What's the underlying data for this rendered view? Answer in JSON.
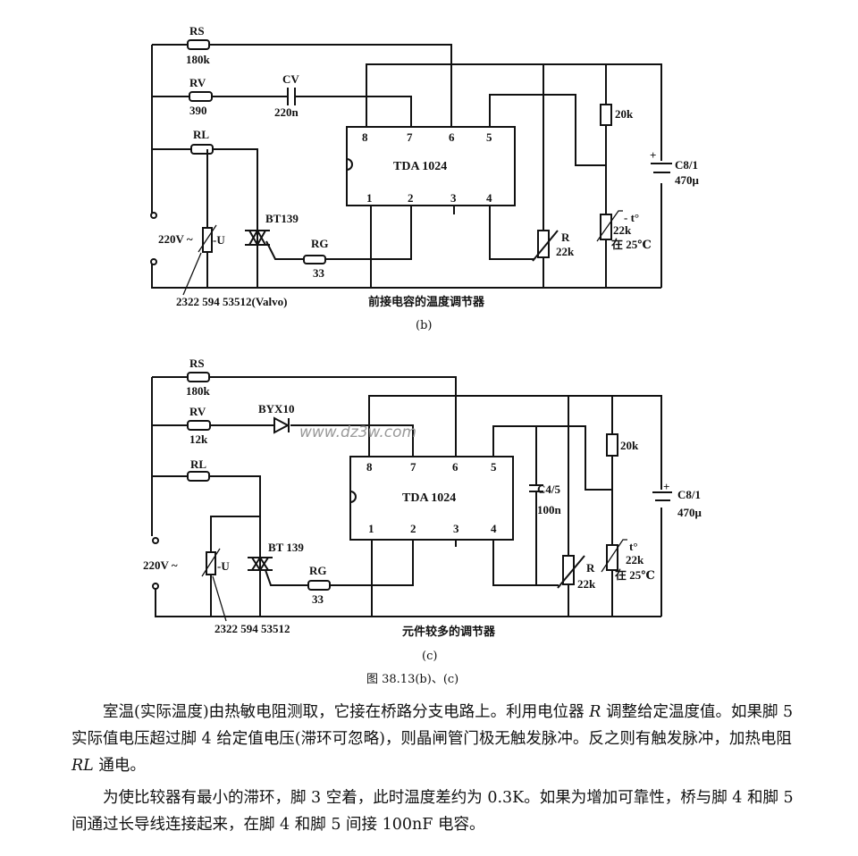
{
  "diagram_b": {
    "rs_label": "RS",
    "rs_value": "180k",
    "rv_label": "RV",
    "rv_value": "390",
    "cv_label": "CV",
    "cv_value": "220n",
    "rl_label": "RL",
    "rg_label": "RG",
    "rg_value": "33",
    "triac": "BT139",
    "supply": "220V ~",
    "vdr_label": "-U",
    "vdr_part": "2322  594 53512(Valvo)",
    "ic_name": "TDA 1024",
    "pins_top": [
      "8",
      "7",
      "6",
      "5"
    ],
    "pins_bottom": [
      "1",
      "2",
      "3",
      "4"
    ],
    "r20k": "20k",
    "pot_label": "R",
    "pot_value": "22k",
    "ntc_symbol": "- t°",
    "ntc_value": "22k",
    "ntc_temp": "在 25℃",
    "cap_label": "C8/1",
    "cap_value": "470μ",
    "caption": "前接电容的温度调节器",
    "sub": "(b)"
  },
  "diagram_c": {
    "rs_label": "RS",
    "rs_value": "180k",
    "rv_label": "RV",
    "rv_value": "12k",
    "diode": "BYX10",
    "rl_label": "RL",
    "rg_label": "RG",
    "rg_value": "33",
    "triac": "BT 139",
    "supply": "220V ~",
    "vdr_label": "-U",
    "vdr_part": "2322 594 53512",
    "ic_name": "TDA 1024",
    "pins_top": [
      "8",
      "7",
      "6",
      "5"
    ],
    "pins_bottom": [
      "1",
      "2",
      "3",
      "4"
    ],
    "c45_label": "C4/5",
    "c45_value": "100n",
    "r20k": "20k",
    "pot_label": "R",
    "pot_value": "22k",
    "ntc_symbol": "t°",
    "ntc_value": "22k",
    "ntc_temp": "在 25℃",
    "cap_label": "C8/1",
    "cap_value": "470μ",
    "caption": "元件较多的调节器",
    "sub": "(c)"
  },
  "watermark": "www.dz3w.com",
  "figure_caption": "图 38.13(b)、(c)",
  "text": {
    "p1a": "室温(实际温度)由热敏电阻测取，它接在桥路分支电路上。利用电位器 ",
    "p1_R": "R",
    "p1b": " 调整给定温度值。如果脚 5 实际值电压超过脚 4 给定值电压(滞环可忽略)，则晶闸管门极无触发脉冲。反之则有触发脉冲，加热电阻 ",
    "p1_RL": "RL",
    "p1c": " 通电。",
    "p2": "为使比较器有最小的滞环，脚 3 空着，此时温度差约为 0.3K。如果为增加可靠性，桥与脚 4 和脚 5 间通过长导线连接起来，在脚 4 和脚 5 间接 100nF 电容。"
  }
}
